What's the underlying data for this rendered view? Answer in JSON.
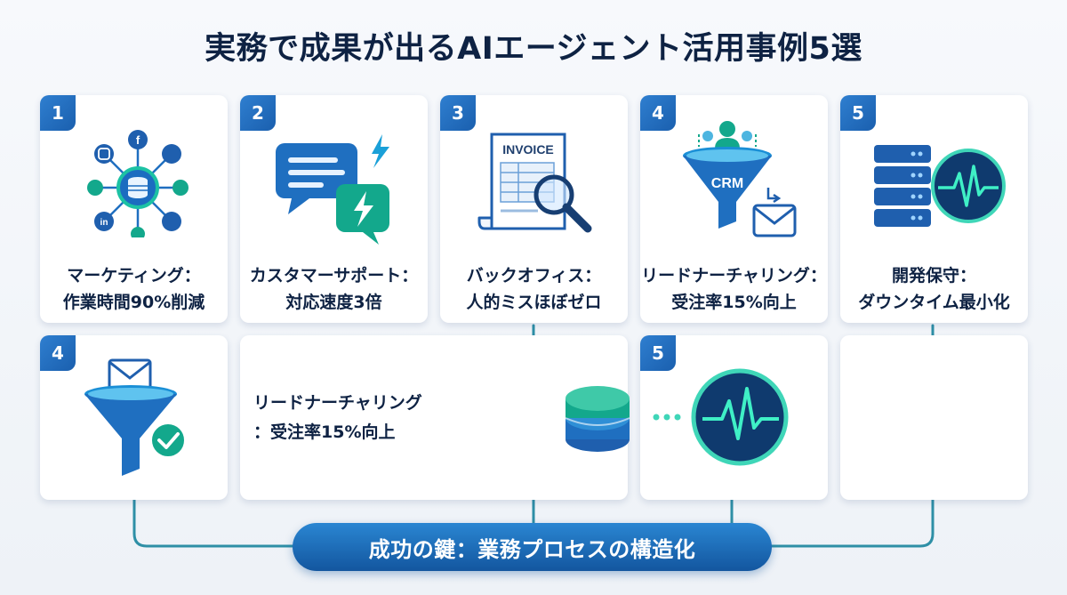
{
  "title": "実務で成果が出るAIエージェント活用事例5選",
  "cards": [
    {
      "badge": "1",
      "line1": "マーケティング：",
      "line2": "作業時間90%削減",
      "icon": "social-network-hub-icon"
    },
    {
      "badge": "2",
      "line1": "カスタマーサポート：",
      "line2": "対応速度3倍",
      "icon": "chat-bubbles-lightning-icon"
    },
    {
      "badge": "3",
      "line1": "バックオフィス：",
      "line2": "人的ミスほぼゼロ",
      "icon": "invoice-magnifier-icon",
      "icon_text": "INVOICE"
    },
    {
      "badge": "4",
      "line1": "リードナーチャリング：",
      "line2": "受注率15%向上",
      "icon": "crm-funnel-icon",
      "icon_text": "CRM"
    },
    {
      "badge": "5",
      "line1": "開発保守：",
      "line2": "ダウンタイム最小化",
      "icon": "server-heartbeat-icon"
    }
  ],
  "row2": {
    "funnel_card": {
      "badge": "4",
      "icon": "mail-funnel-check-icon"
    },
    "text_card": {
      "line1": "リードナーチャリング",
      "line2": "：受注率15%向上"
    },
    "monitor_card": {
      "badge": "5",
      "icon": "database-pulse-icon"
    }
  },
  "key": {
    "label": "成功の鍵：業務プロセスの構造化"
  },
  "colors": {
    "navy": "#0e2243",
    "blue": "#1a5fae",
    "teal": "#13a88c",
    "accent": "#2a86d2"
  }
}
